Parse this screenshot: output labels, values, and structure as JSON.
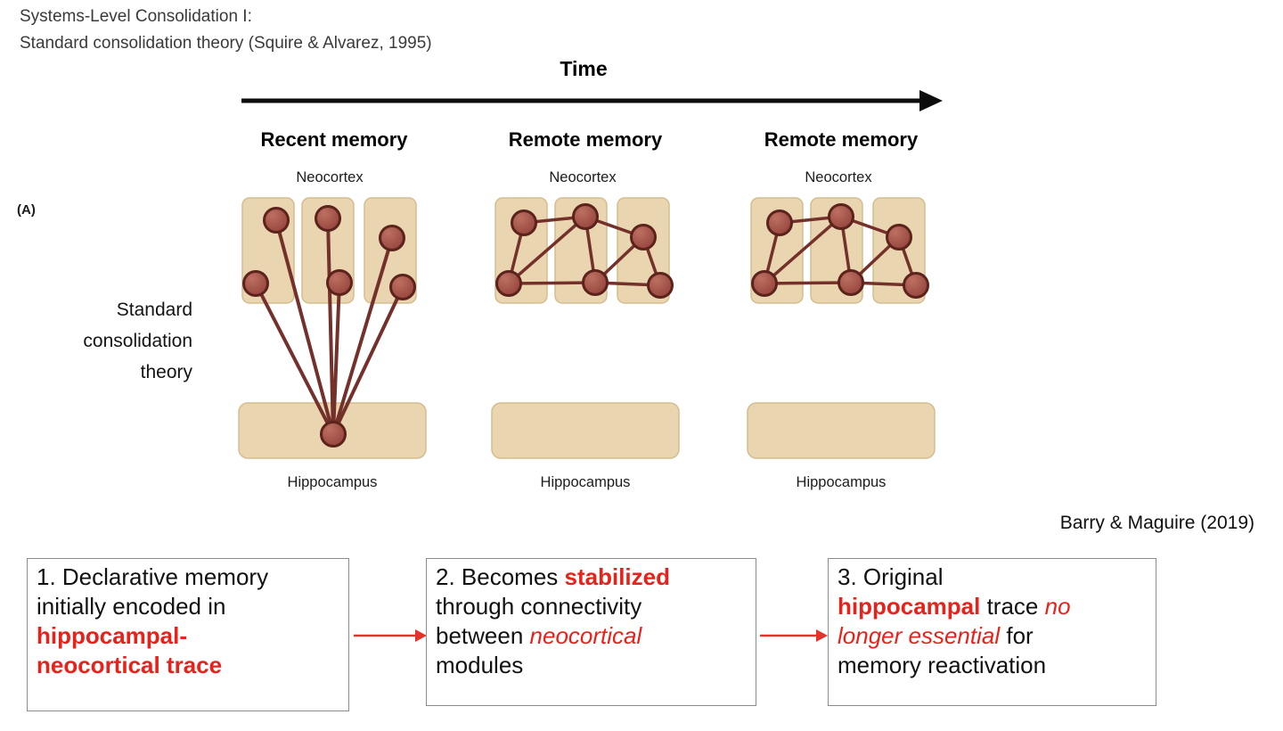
{
  "header": {
    "line1": "Systems-Level Consolidation I:",
    "line2": "Standard consolidation theory (Squire & Alvarez, 1995)"
  },
  "timeline": {
    "label": "Time"
  },
  "figure_label": "(A)",
  "side_label": {
    "line1": "Standard",
    "line2": "consolidation",
    "line3": "theory"
  },
  "panels": [
    {
      "title": "Recent memory",
      "top": "Neocortex",
      "bottom": "Hippocampus"
    },
    {
      "title": "Remote memory",
      "top": "Neocortex",
      "bottom": "Hippocampus"
    },
    {
      "title": "Remote memory",
      "top": "Neocortex",
      "bottom": "Hippocampus"
    }
  ],
  "citation": "Barry & Maguire (2019)",
  "steps": [
    {
      "segments": [
        {
          "text": "1. Declarative memory"
        },
        {
          "br": true
        },
        {
          "text": "initially encoded in"
        },
        {
          "br": true
        },
        {
          "text": "hippocampal-",
          "bold": true,
          "red": true
        },
        {
          "br": true
        },
        {
          "text": "neocortical trace",
          "bold": true,
          "red": true
        }
      ]
    },
    {
      "segments": [
        {
          "text": "2. Becomes "
        },
        {
          "text": "stabilized",
          "bold": true,
          "red": true
        },
        {
          "br": true
        },
        {
          "text": "through connectivity"
        },
        {
          "br": true
        },
        {
          "text": "between "
        },
        {
          "text": "neocortical",
          "italic": true,
          "red": true
        },
        {
          "br": true
        },
        {
          "text": "modules"
        }
      ]
    },
    {
      "segments": [
        {
          "text": "3. Original"
        },
        {
          "br": true
        },
        {
          "text": "hippocampal",
          "bold": true,
          "red": true
        },
        {
          "text": " trace "
        },
        {
          "text": "no",
          "italic": true,
          "red": true
        },
        {
          "br": true
        },
        {
          "text": "longer essential",
          "italic": true,
          "red": true
        },
        {
          "text": " for"
        },
        {
          "br": true
        },
        {
          "text": "memory reactivation"
        }
      ]
    }
  ],
  "colors": {
    "module_fill": "#e9d6b0",
    "module_border": "#d4bd90",
    "node_fill": "#93423a",
    "node_border": "#5c221c",
    "edge": "#74302a",
    "red_text": "#e8221a",
    "step_arrow": "#e2342b",
    "time_arrow": "#0d0d0d"
  }
}
